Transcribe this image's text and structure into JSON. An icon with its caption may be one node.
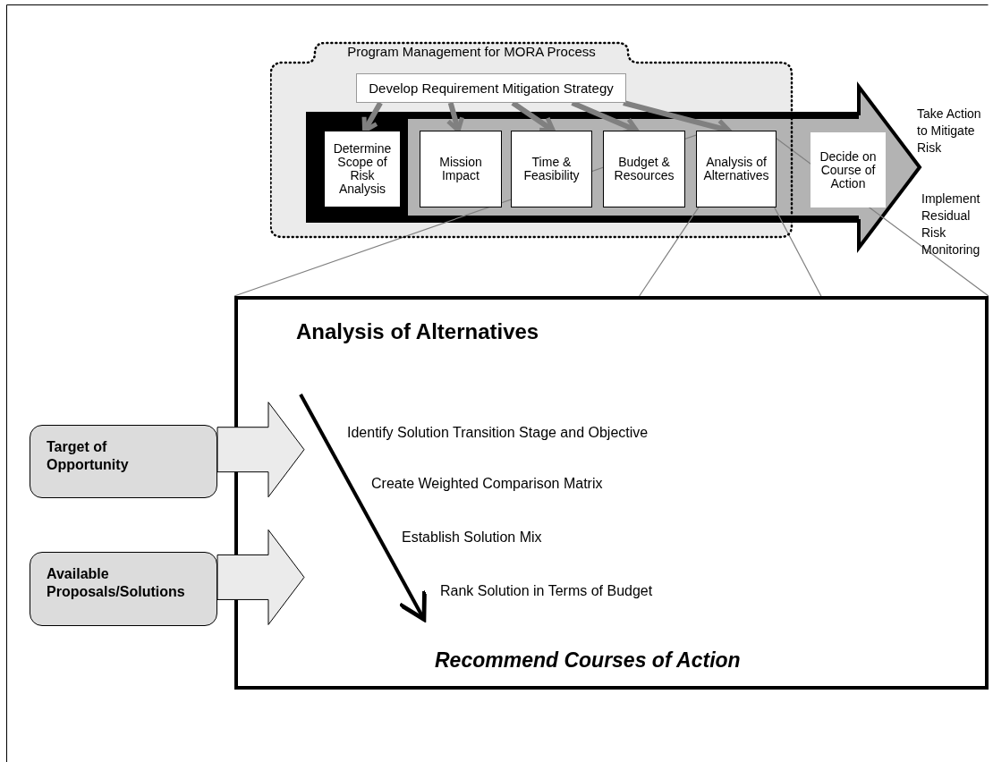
{
  "diagram": {
    "nodes": [
      {
        "text": [
          "Program Management for MORA Process"
        ]
      },
      {
        "text": [
          "Develop Requirement Mitigation Strategy"
        ],
        "in": 0
      },
      {
        "text": [
          "Determine Scope of Risk Analysis"
        ],
        "in": 0
      },
      {
        "text": [
          "Mission Impact"
        ],
        "in": 0
      },
      {
        "text": [
          "Time & Feasibility"
        ],
        "in": 0
      },
      {
        "text": [
          "Budget & Resources"
        ],
        "in": 0
      },
      {
        "text": [
          "Analysis of Alternatives"
        ],
        "in": 0
      },
      {
        "text": [
          "Decide on Course of Action"
        ]
      },
      {
        "text": [
          "Analysis of Alternatives",
          "Identify Solution Transition Stage and Objective",
          "Create Weighted Comparison Matrix",
          "Establish Solution Mix",
          "Rank Solution in Terms of Budget",
          "Recommend Courses of Action"
        ]
      },
      {
        "text": [
          "Target of Opportunity"
        ]
      },
      {
        "text": [
          "Available Proposals/Solutions"
        ]
      }
    ],
    "edges": [
      {
        "from": 1,
        "to": 2,
        "arrow": "to",
        "color": "#808080"
      },
      {
        "from": 1,
        "to": 3,
        "arrow": "to",
        "color": "#808080"
      },
      {
        "from": 1,
        "to": 4,
        "arrow": "to",
        "color": "#808080"
      },
      {
        "from": 1,
        "to": 5,
        "arrow": "to",
        "color": "#808080"
      },
      {
        "from": 1,
        "to": 6,
        "arrow": "to",
        "color": "#808080"
      },
      {
        "from": 6,
        "to": 8,
        "arrow": "none",
        "color": "#808080"
      },
      {
        "from": 6,
        "to": 8,
        "arrow": "none",
        "color": "#808080"
      },
      {
        "from": 6,
        "to": 8,
        "arrow": "none",
        "color": "#808080"
      },
      {
        "from": 6,
        "to": 8,
        "arrow": "none",
        "color": "#808080"
      },
      {
        "from": 9,
        "to": 8,
        "arrow": "to",
        "style": "thick",
        "color": "#000000"
      },
      {
        "from": 10,
        "to": 8,
        "arrow": "to",
        "style": "thick",
        "color": "#000000"
      }
    ],
    "labels": [
      "Take Action to Mitigate Risk",
      "Implement Residual Risk Monitoring"
    ]
  }
}
